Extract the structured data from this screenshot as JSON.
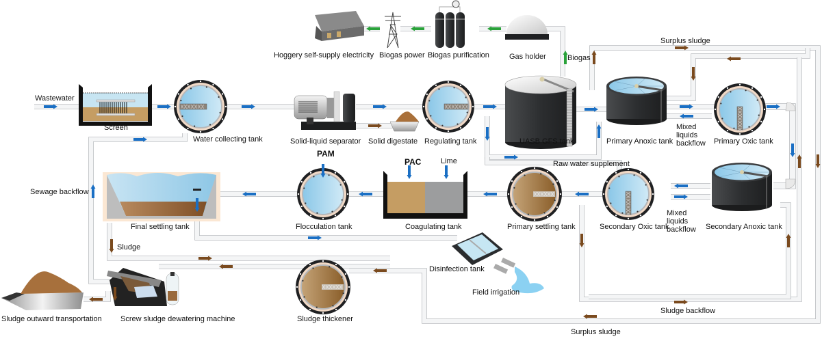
{
  "title": "Wastewater treatment process flow diagram",
  "colors": {
    "water_arrow": "#1a6fc4",
    "sludge_arrow": "#7a4a1e",
    "biogas_arrow": "#2aa23a",
    "pipe": "#e6e8ea",
    "pipe_edge": "#b9bcbf",
    "tank_dark": "#2f3133",
    "water_blue": "#a9d6ee",
    "sludge_brown": "#9a6a3c"
  },
  "labels": {
    "wastewater": "Wastewater",
    "screen": "Screen",
    "water_collecting_tank": "Water collecting tank",
    "solid_liquid_separator": "Solid-liquid separator",
    "solid_digestate": "Solid digestate",
    "regulating_tank": "Regulating tank",
    "uasb_gfs_tank": "UASB GFS tank",
    "primary_anoxic_tank": "Primary Anoxic tank",
    "primary_oxic_tank": "Primary Oxic tank",
    "mixed_liquids_backflow_1": "Mixed liquids backflow",
    "hoggery": "Hoggery self-supply electricity",
    "biogas_power": "Biogas power",
    "biogas_purification": "Biogas purification",
    "gas_holder": "Gas holder",
    "biogas": "Biogas",
    "surplus_sludge_top": "Surplus sludge",
    "raw_water_supplement": "Raw water supplement",
    "sewage_backflow": "Sewage backflow",
    "final_settling_tank": "Final settling tank",
    "pam": "PAM",
    "flocculation_tank": "Flocculation tank",
    "pac": "PAC",
    "lime": "Lime",
    "coagulating_tank": "Coagulating tank",
    "primary_settling_tank": "Primary settling tank",
    "secondary_oxic_tank": "Secondary Oxic tank",
    "mixed_liquids_backflow_2": "Mixed liquids backflow",
    "secondary_anoxic_tank": "Secondary Anoxic tank",
    "sludge": "Sludge",
    "disinfection_tank": "Disinfection tank",
    "field_irrigation": "Field irrigation",
    "sludge_outward_transportation": "Sludge outward transportation",
    "screw_sludge_dewatering_machine": "Screw sludge dewatering machine",
    "sludge_thickener": "Sludge thickener",
    "sludge_backflow": "Sludge backflow",
    "surplus_sludge_bottom": "Surplus sludge"
  }
}
